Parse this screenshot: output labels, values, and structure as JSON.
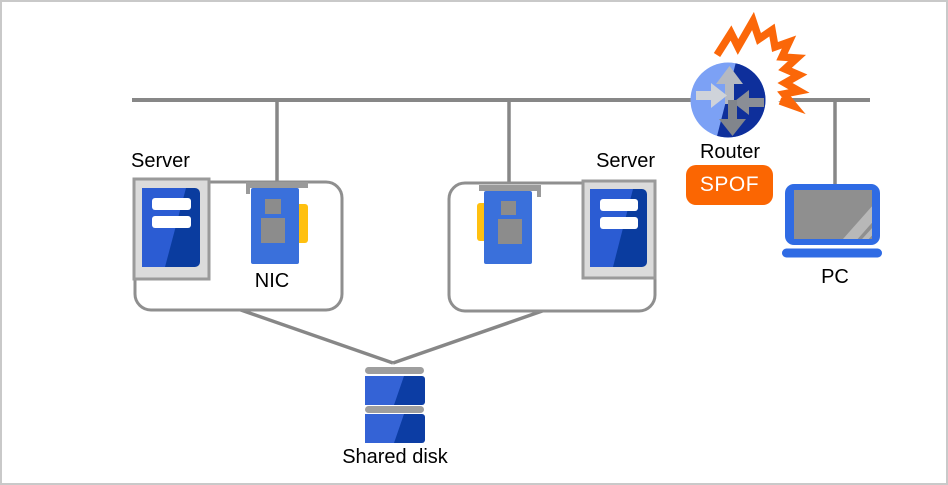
{
  "labels": {
    "server_left": "Server",
    "nic": "NIC",
    "server_right": "Server",
    "router": "Router",
    "spof": "SPOF",
    "pc": "PC",
    "shared_disk": "Shared disk"
  },
  "colors": {
    "network_line": "#878787",
    "group_border": "#8F8F8F",
    "server_frame_gray": "#DBDBDB",
    "server_blue_light": "#2B5CD3",
    "server_blue_dark": "#0A3C9F",
    "nic_blue": "#3A70DB",
    "nic_connector_yellow": "#FFC010",
    "chip_gray": "#8C8C8C",
    "router_blue_light": "#7CA1F5",
    "router_blue_dark": "#0E2F9B",
    "explosion_orange": "#FB6709",
    "spof_badge_orange": "#FB6602",
    "laptop_blue": "#2F6BE4",
    "screen_gray": "#8F8F8F",
    "disk_blue_light": "#3463D6",
    "disk_blue_dark": "#0C3DA4",
    "disk_cap_gray": "#9E9E9E"
  }
}
